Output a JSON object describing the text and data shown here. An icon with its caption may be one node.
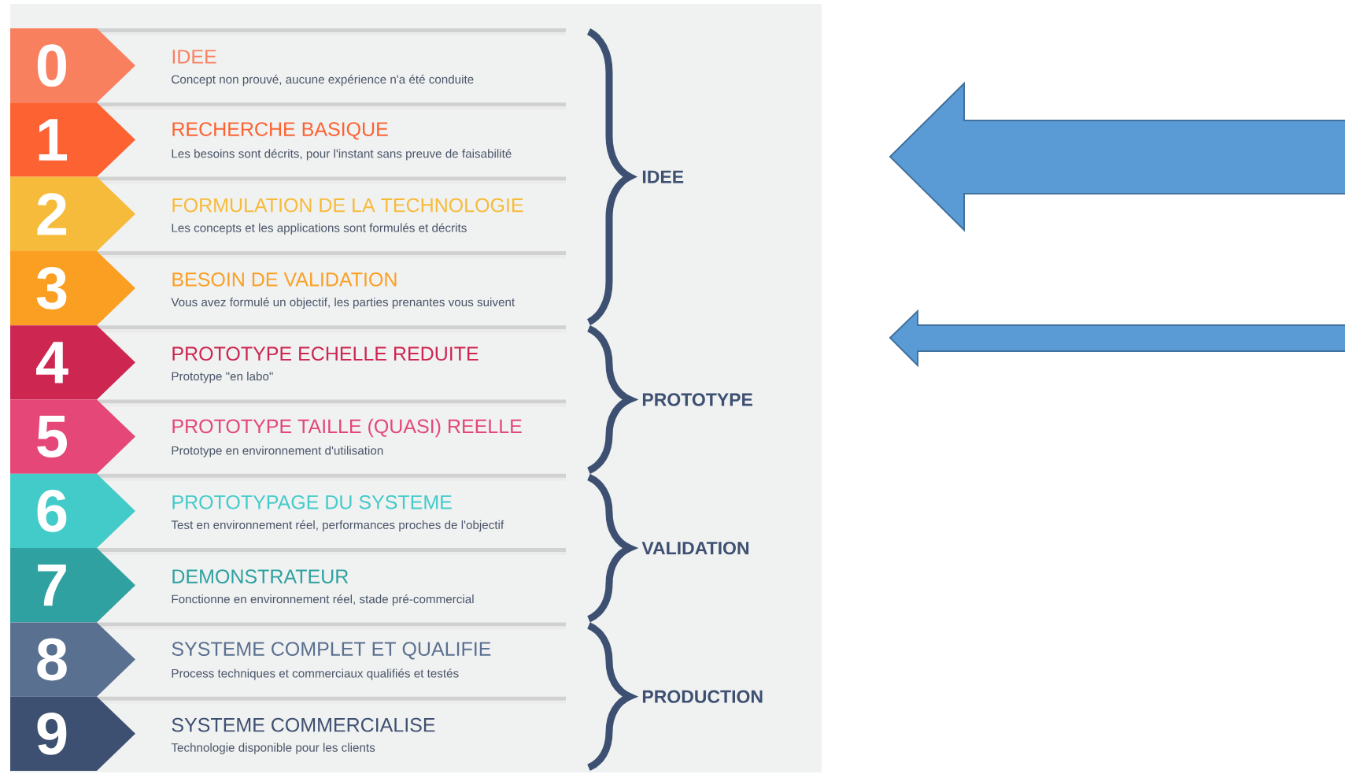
{
  "diagram": {
    "nodes": [
      {
        "text": [
          "0",
          "IDEE",
          "Concept non prouvé, aucune expérience n'a été conduite"
        ]
      },
      {
        "text": [
          "1",
          "RECHERCHE BASIQUE",
          "Les besoins sont décrits, pour l'instant sans preuve de faisabilité"
        ]
      },
      {
        "text": [
          "2",
          "FORMULATION DE LA TECHNOLOGIE",
          "Les concepts et les applications sont formulés et décrits"
        ]
      },
      {
        "text": [
          "3",
          "BESOIN DE VALIDATION",
          "Vous avez formulé un objectif, les parties prenantes vous suivent"
        ]
      },
      {
        "text": [
          "4",
          "PROTOTYPE ECHELLE REDUITE",
          "Prototype \"en labo\""
        ]
      },
      {
        "text": [
          "5",
          "PROTOTYPE TAILLE (QUASI) REELLE",
          "Prototype en environnement d'utilisation"
        ]
      },
      {
        "text": [
          "6",
          "PROTOTYPAGE DU SYSTEME",
          "Test en environnement réel, performances proches de l'objectif"
        ]
      },
      {
        "text": [
          "7",
          "DEMONSTRATEUR",
          "Fonctionne en environnement réel, stade pré-commercial"
        ]
      },
      {
        "text": [
          "8",
          "SYSTEME COMPLET ET QUALIFIE",
          "Process techniques et commerciaux qualifiés et testés"
        ]
      },
      {
        "text": [
          "9",
          "SYSTEME COMMERCIALISE",
          "Technologie disponible pour les clients"
        ]
      }
    ],
    "labels": [
      "IDEE",
      "PROTOTYPE",
      "VALIDATION",
      "PRODUCTION"
    ]
  }
}
